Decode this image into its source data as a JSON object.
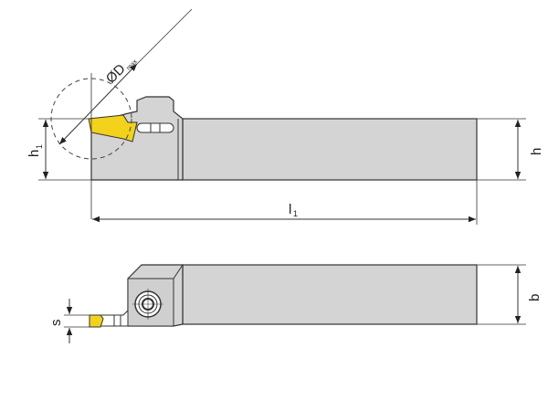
{
  "diagram": {
    "title": "Grooving tool holder dimensions",
    "labels": {
      "diameter": "ØD",
      "diameter_sub": "max",
      "h1": "h",
      "h1_sub": "1",
      "h": "h",
      "l1": "l",
      "l1_sub": "1",
      "b": "b",
      "s": "s"
    },
    "colors": {
      "body": "#d4d4d4",
      "body_dark": "#bdbdbd",
      "insert": "#f2d21a",
      "line": "#333333"
    }
  }
}
